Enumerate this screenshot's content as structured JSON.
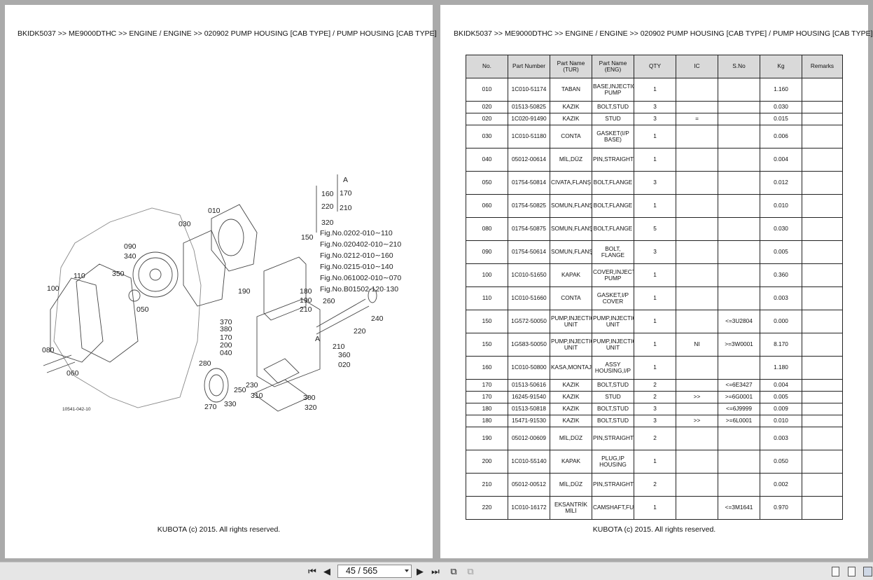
{
  "breadcrumb": "BKIDK5037 >> ME9000DTHC >> ENGINE / ENGINE >> 020902   PUMP HOUSING [CAB TYPE] / PUMP HOUSING [CAB TYPE]",
  "footer": "KUBOTA (c) 2015. All rights reserved.",
  "diagram": {
    "callouts": [
      "010",
      "030",
      "090",
      "340",
      "110",
      "350",
      "100",
      "050",
      "080",
      "060",
      "190",
      "180",
      "190",
      "210",
      "260",
      "240",
      "220",
      "370",
      "380",
      "170",
      "200",
      "040",
      "280",
      "210",
      "360",
      "020",
      "230",
      "250",
      "310",
      "300",
      "320",
      "270",
      "330",
      "150"
    ],
    "note_refs": [
      "160",
      "170",
      "220",
      "210",
      "320"
    ],
    "note_marker": "A",
    "fig_notes": [
      "Fig.No.0202-010∼110",
      "Fig.No.020402-010∼210",
      "Fig.No.0212-010∼160",
      "Fig.No.0215-010∼140",
      "Fig.No.061002-010∼070",
      "Fig.No.B01502-120·130"
    ],
    "drawing_id": "10541-042-10"
  },
  "table": {
    "headers": [
      "No.",
      "Part Number",
      "Part Name\n(TUR)",
      "Part Name\n(ENG)",
      "QTY",
      "IC",
      "S.No",
      "Kg",
      "Remarks"
    ],
    "rows": [
      {
        "no": "010",
        "pn": "1C010-51174",
        "tur": "TABAN",
        "eng": "BASE,INJECTION PUMP",
        "qty": "1",
        "ic": "",
        "sno": "",
        "kg": "1.160",
        "rem": "",
        "h": "tall"
      },
      {
        "no": "020",
        "pn": "01513-50825",
        "tur": "KAZIK",
        "eng": "BOLT,STUD",
        "qty": "3",
        "ic": "",
        "sno": "",
        "kg": "0.030",
        "rem": "",
        "h": "short"
      },
      {
        "no": "020",
        "pn": "1C020-91490",
        "tur": "KAZIK",
        "eng": "STUD",
        "qty": "3",
        "ic": "=",
        "sno": "",
        "kg": "0.015",
        "rem": "",
        "h": "short"
      },
      {
        "no": "030",
        "pn": "1C010-51180",
        "tur": "CONTA",
        "eng": "GASKET(I/P BASE)",
        "qty": "1",
        "ic": "",
        "sno": "",
        "kg": "0.006",
        "rem": "",
        "h": "tall"
      },
      {
        "no": "040",
        "pn": "05012-00614",
        "tur": "MİL,DÜZ",
        "eng": "PIN,STRAIGHT",
        "qty": "1",
        "ic": "",
        "sno": "",
        "kg": "0.004",
        "rem": "",
        "h": "tall"
      },
      {
        "no": "050",
        "pn": "01754-50814",
        "tur": "CIVATA,FLANŞ",
        "eng": "BOLT,FLANGE",
        "qty": "3",
        "ic": "",
        "sno": "",
        "kg": "0.012",
        "rem": "",
        "h": "tall"
      },
      {
        "no": "060",
        "pn": "01754-50825",
        "tur": "SOMUN,FLANŞ",
        "eng": "BOLT,FLANGE",
        "qty": "1",
        "ic": "",
        "sno": "",
        "kg": "0.010",
        "rem": "",
        "h": "tall"
      },
      {
        "no": "080",
        "pn": "01754-50875",
        "tur": "SOMUN,FLANŞ",
        "eng": "BOLT,FLANGE",
        "qty": "5",
        "ic": "",
        "sno": "",
        "kg": "0.030",
        "rem": "",
        "h": "tall"
      },
      {
        "no": "090",
        "pn": "01754-50614",
        "tur": "SOMUN,FLANŞ",
        "eng": "BOLT, FLANGE",
        "qty": "3",
        "ic": "",
        "sno": "",
        "kg": "0.005",
        "rem": "",
        "h": "tall"
      },
      {
        "no": "100",
        "pn": "1C010-51650",
        "tur": "KAPAK",
        "eng": "COVER,INJECTION PUMP",
        "qty": "1",
        "ic": "",
        "sno": "",
        "kg": "0.360",
        "rem": "",
        "h": "tall"
      },
      {
        "no": "110",
        "pn": "1C010-51660",
        "tur": "CONTA",
        "eng": "GASKET,I/P COVER",
        "qty": "1",
        "ic": "",
        "sno": "",
        "kg": "0.003",
        "rem": "",
        "h": "tall"
      },
      {
        "no": "150",
        "pn": "1G572-50050",
        "tur": "PUMP,INJECTION UNIT",
        "eng": "PUMP,INJECTION UNIT",
        "qty": "1",
        "ic": "",
        "sno": "<=3U2804",
        "kg": "0.000",
        "rem": "",
        "h": "tall"
      },
      {
        "no": "150",
        "pn": "1G583-50050",
        "tur": "PUMP,INJECTION UNIT",
        "eng": "PUMP,INJECTION UNIT",
        "qty": "1",
        "ic": "NI",
        "sno": ">=3W0001",
        "kg": "8.170",
        "rem": "",
        "h": "tall"
      },
      {
        "no": "160",
        "pn": "1C010-50800",
        "tur": "KASA,MONTAJ",
        "eng": "ASSY HOUSING,I/P",
        "qty": "1",
        "ic": "",
        "sno": "",
        "kg": "1.180",
        "rem": "",
        "h": "tall"
      },
      {
        "no": "170",
        "pn": "01513-50616",
        "tur": "KAZIK",
        "eng": "BOLT,STUD",
        "qty": "2",
        "ic": "",
        "sno": "<=6E3427",
        "kg": "0.004",
        "rem": "",
        "h": "short"
      },
      {
        "no": "170",
        "pn": "16245-91540",
        "tur": "KAZIK",
        "eng": "STUD",
        "qty": "2",
        "ic": ">>",
        "sno": ">=6G0001",
        "kg": "0.005",
        "rem": "",
        "h": "short"
      },
      {
        "no": "180",
        "pn": "01513-50818",
        "tur": "KAZIK",
        "eng": "BOLT,STUD",
        "qty": "3",
        "ic": "",
        "sno": "<=6J9999",
        "kg": "0.009",
        "rem": "",
        "h": "short"
      },
      {
        "no": "180",
        "pn": "15471-91530",
        "tur": "KAZIK",
        "eng": "BOLT,STUD",
        "qty": "3",
        "ic": ">>",
        "sno": ">=6L0001",
        "kg": "0.010",
        "rem": "",
        "h": "short"
      },
      {
        "no": "190",
        "pn": "05012-00609",
        "tur": "MİL,DÜZ",
        "eng": "PIN,STRAIGHT",
        "qty": "2",
        "ic": "",
        "sno": "",
        "kg": "0.003",
        "rem": "",
        "h": "tall"
      },
      {
        "no": "200",
        "pn": "1C010-55140",
        "tur": "KAPAK",
        "eng": "PLUG,IP HOUSING",
        "qty": "1",
        "ic": "",
        "sno": "",
        "kg": "0.050",
        "rem": "",
        "h": "tall"
      },
      {
        "no": "210",
        "pn": "05012-00512",
        "tur": "MİL,DÜZ",
        "eng": "PIN,STRAIGHT",
        "qty": "2",
        "ic": "",
        "sno": "",
        "kg": "0.002",
        "rem": "",
        "h": "tall"
      },
      {
        "no": "220",
        "pn": "1C010-16172",
        "tur": "EKSANTRİK MİLİ",
        "eng": "CAMSHAFT,FUEL",
        "qty": "1",
        "ic": "",
        "sno": "<=3M1641",
        "kg": "0.970",
        "rem": "",
        "h": "tall"
      }
    ]
  },
  "toolbar": {
    "page_indicator": "45 / 565",
    "icons": [
      "first-page-icon",
      "prev-page-icon",
      "next-page-icon",
      "last-page-icon",
      "rotate-icon",
      "rotate-alt-icon",
      "single-page-icon",
      "continuous-icon",
      "two-page-icon"
    ]
  }
}
